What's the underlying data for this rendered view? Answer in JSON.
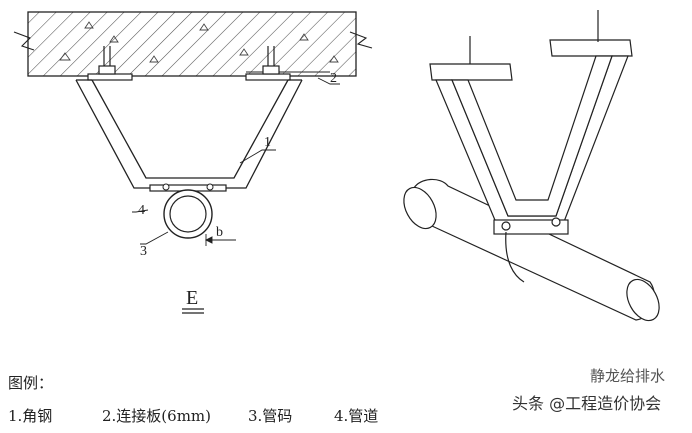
{
  "section_label": "E",
  "callouts": {
    "angle_steel": "1",
    "connect_plate": "2",
    "pipe_clamp": "3",
    "pipe": "4",
    "dimension_b": "b"
  },
  "legend": {
    "title": "图例：",
    "items": [
      "1.角钢",
      "2.连接板(6mm)",
      "3.管码",
      "4.管道"
    ]
  },
  "watermark": {
    "source": "头条 @工程造价协会",
    "faint": "静龙给排水"
  }
}
